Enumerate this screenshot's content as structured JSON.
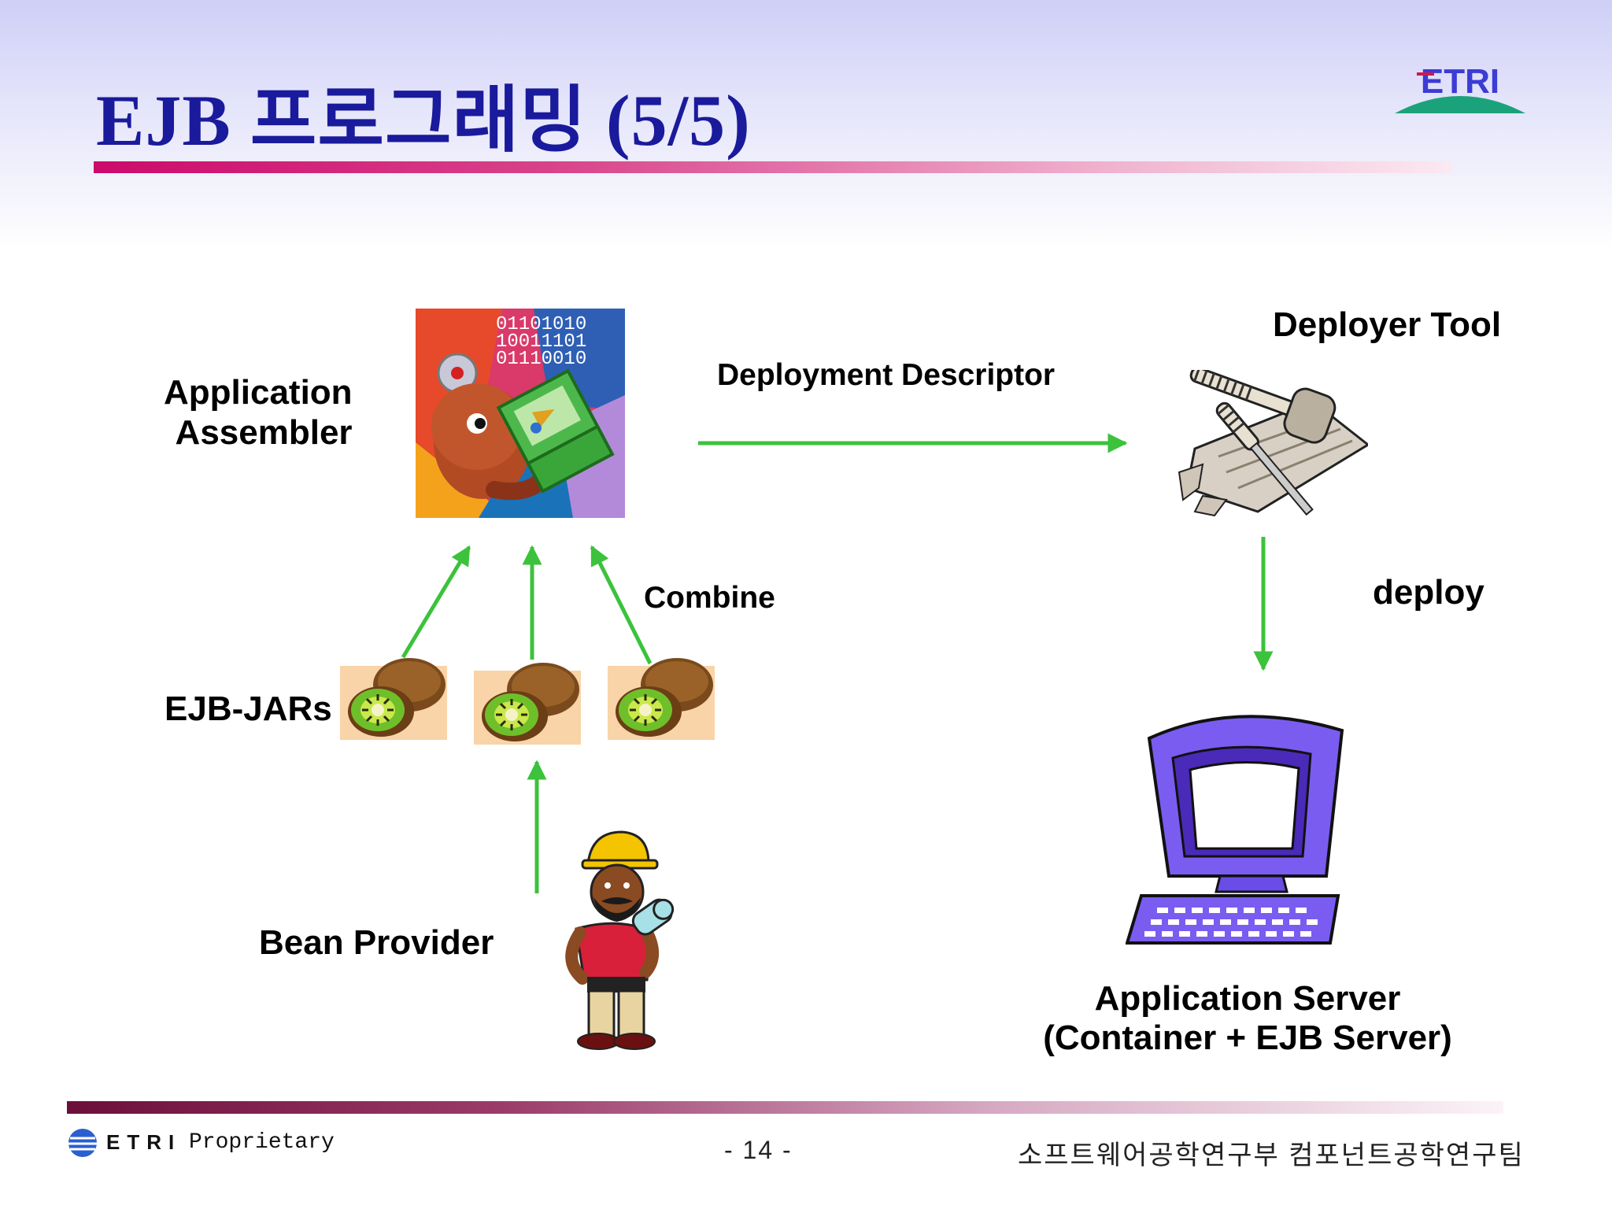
{
  "slide": {
    "title": "EJB  프로그래밍 (5/5)",
    "logo_text": "ETRI"
  },
  "diagram": {
    "application_assembler": "Application\nAssembler",
    "deployment_descriptor": "Deployment Descriptor",
    "deployer_tool": "Deployer Tool",
    "combine": "Combine",
    "deploy": "deploy",
    "ejb_jars": "EJB-JARs",
    "bean_provider": "Bean Provider",
    "application_server_line1": "Application Server",
    "application_server_line2": "(Container + EJB Server)",
    "binary_line1": "01101010",
    "binary_line2": "10011101",
    "binary_line3": "01110010"
  },
  "footer": {
    "brand": "ETRI",
    "proprietary": "Proprietary",
    "page": "- 14 -",
    "team": "소프트웨어공학연구부  컴포넌트공학연구팀"
  },
  "colors": {
    "title": "#1a1a9c",
    "arrow": "#3cc23c",
    "accent_bar": "#cc0a6b"
  }
}
